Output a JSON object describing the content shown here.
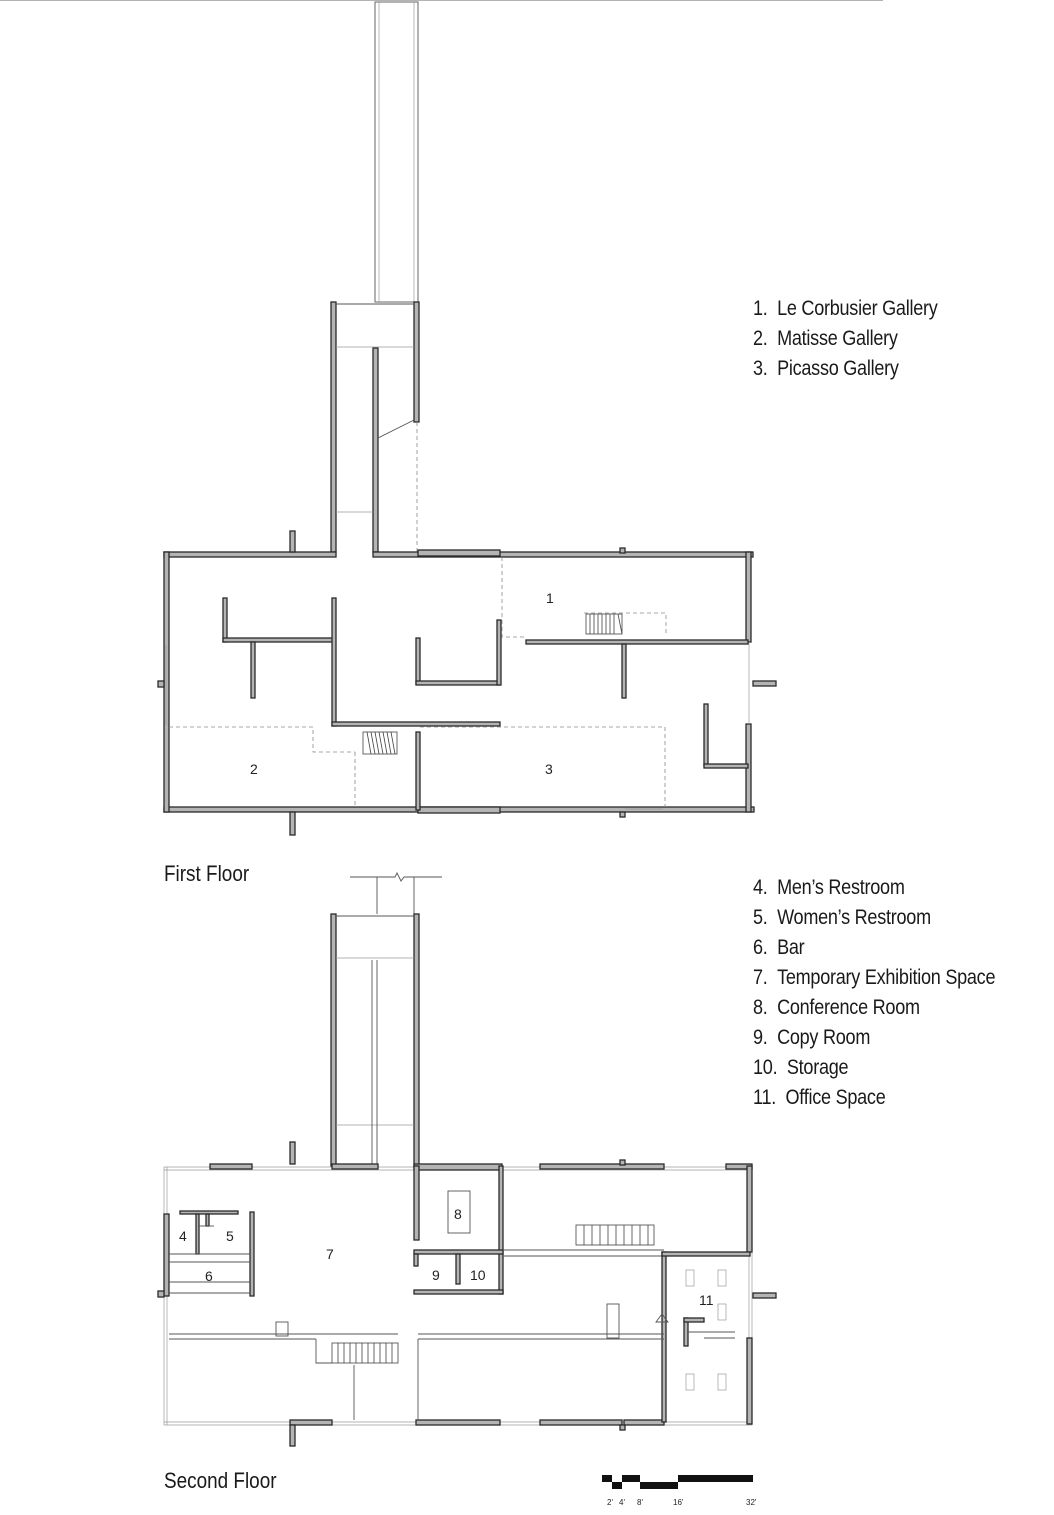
{
  "floors": {
    "first": {
      "label": "First Floor"
    },
    "second": {
      "label": "Second Floor"
    }
  },
  "legend_first": [
    {
      "num": "1.",
      "name": "Le Corbusier Gallery"
    },
    {
      "num": "2.",
      "name": "Matisse Gallery"
    },
    {
      "num": "3.",
      "name": "Picasso Gallery"
    }
  ],
  "legend_second": [
    {
      "num": "4.",
      "name": "Men’s Restroom"
    },
    {
      "num": "5.",
      "name": "Women’s Restroom"
    },
    {
      "num": "6.",
      "name": "Bar"
    },
    {
      "num": "7.",
      "name": "Temporary Exhibition Space"
    },
    {
      "num": "8.",
      "name": "Conference Room"
    },
    {
      "num": "9.",
      "name": "Copy Room"
    },
    {
      "num": "10.",
      "name": "Storage"
    },
    {
      "num": "11.",
      "name": "Office Space"
    }
  ],
  "room_numbers": {
    "r1": "1",
    "r2": "2",
    "r3": "3",
    "r4": "4",
    "r5": "5",
    "r6": "6",
    "r7": "7",
    "r8": "8",
    "r9": "9",
    "r10": "10",
    "r11": "11"
  },
  "scale_bar": {
    "ticks": [
      "2'",
      "4'",
      "8'",
      "16'",
      "32'"
    ]
  },
  "colors": {
    "wall_fill": "#b4b4b4",
    "wall_stroke": "#2a2a2a",
    "line": "#333333"
  }
}
